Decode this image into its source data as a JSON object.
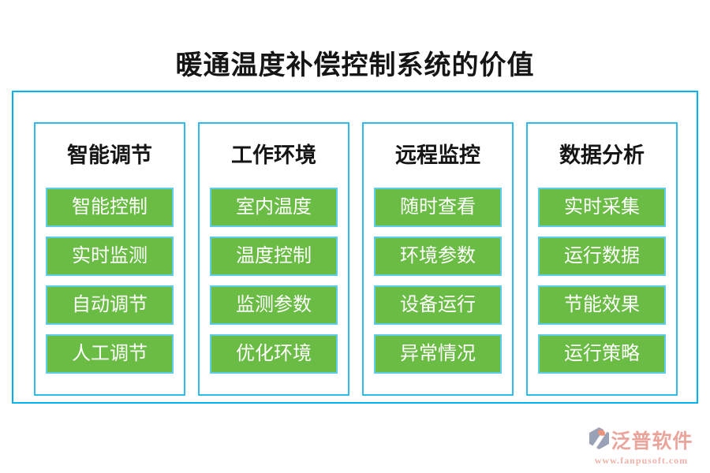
{
  "title": "暖通温度补偿控制系统的价值",
  "colors": {
    "outer_border": "#00b2ef",
    "column_border": "#2ebce9",
    "button_background": "#6abc45",
    "button_border": "#5ecde9",
    "button_text": "#ffffff",
    "heading_text": "#151515",
    "brand_text": "#e9a59c",
    "brand_url_text": "#eeb2a8"
  },
  "columns": [
    {
      "header": "智能调节",
      "items": [
        "智能控制",
        "实时监测",
        "自动调节",
        "人工调节"
      ]
    },
    {
      "header": "工作环境",
      "items": [
        "室内温度",
        "温度控制",
        "监测参数",
        "优化环境"
      ]
    },
    {
      "header": "远程监控",
      "items": [
        "随时查看",
        "环境参数",
        "设备运行",
        "异常情况"
      ]
    },
    {
      "header": "数据分析",
      "items": [
        "实时采集",
        "运行数据",
        "节能效果",
        "运行策略"
      ]
    }
  ],
  "footer": {
    "brand": "泛普软件",
    "url": "www.fanpusoft.com",
    "logo_icon": "fanpu-logo"
  }
}
